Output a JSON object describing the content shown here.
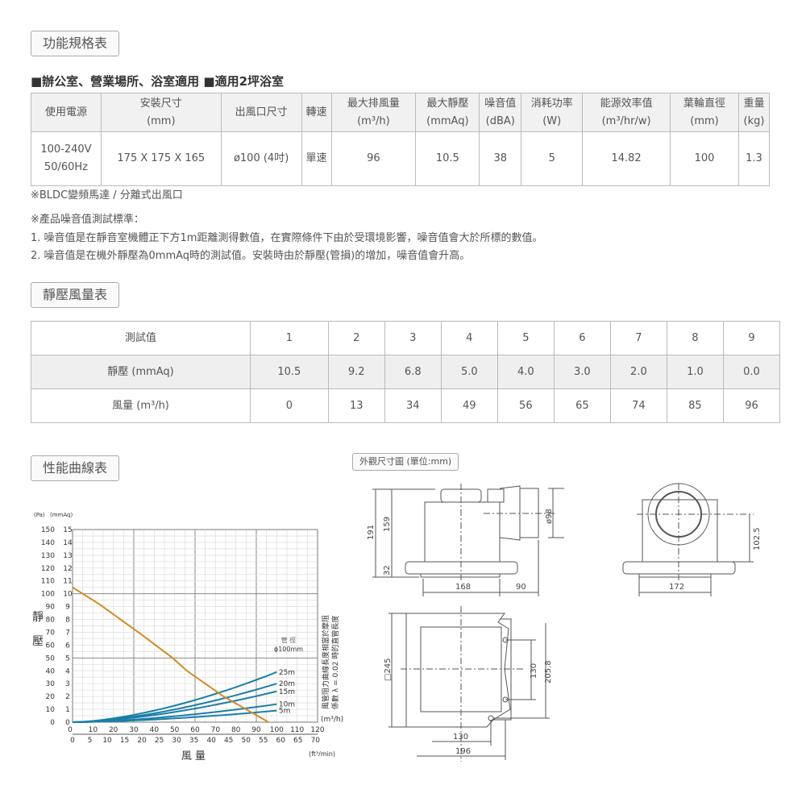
{
  "sections": {
    "spec": "功能規格表",
    "pressure": "靜壓風量表",
    "curve": "性能曲線表",
    "dimension": "外觀尺寸圖 (單位:mm)"
  },
  "heading": "■辦公室、營業場所、浴室適用 ■適用2坪浴室",
  "spec_table": {
    "headers": [
      [
        "使用電源",
        ""
      ],
      [
        "安裝尺寸",
        "(mm)"
      ],
      [
        "出風口尺寸",
        ""
      ],
      [
        "轉速",
        ""
      ],
      [
        "最大排風量",
        "(m³/h)"
      ],
      [
        "最大靜壓",
        "(mmAq)"
      ],
      [
        "噪音值",
        "(dBA)"
      ],
      [
        "消耗功率",
        "(W)"
      ],
      [
        "能源效率值",
        "(m³/hr/w)"
      ],
      [
        "葉輪直徑",
        "(mm)"
      ],
      [
        "重量",
        "(kg)"
      ]
    ],
    "row": [
      [
        "100-240V",
        "50/60Hz"
      ],
      [
        "175 X 175 X 165",
        ""
      ],
      [
        "ø100 (4吋)",
        ""
      ],
      [
        "單速",
        ""
      ],
      [
        "96",
        ""
      ],
      [
        "10.5",
        ""
      ],
      [
        "38",
        ""
      ],
      [
        "5",
        ""
      ],
      [
        "14.82",
        ""
      ],
      [
        "100",
        ""
      ],
      [
        "1.3",
        ""
      ]
    ]
  },
  "notes": [
    "※BLDC變頻馬達 / 分離式出風口",
    "※產品噪音值測試標準：",
    "1. 噪音值是在靜音室機體正下方1m距離測得數值，在實際條件下由於受環境影響，噪音值會大於所標的數值。",
    "2. 噪音值是在機外靜壓為0mmAq時的測試值。安裝時由於靜壓(管損)的增加，噪音值會升高。"
  ],
  "pressure_table": {
    "rows": [
      {
        "label": "測試值",
        "values": [
          "1",
          "2",
          "3",
          "4",
          "5",
          "6",
          "7",
          "8",
          "9"
        ]
      },
      {
        "label": "靜壓 (mmAq)",
        "values": [
          "10.5",
          "9.2",
          "6.8",
          "5.0",
          "4.0",
          "3.0",
          "2.0",
          "1.0",
          "0.0"
        ]
      },
      {
        "label": "風量 (m³/h)",
        "values": [
          "0",
          "13",
          "34",
          "49",
          "56",
          "65",
          "74",
          "85",
          "96"
        ]
      }
    ]
  },
  "chart_data": {
    "type": "line",
    "ylabel": "靜壓",
    "xlabel": "風 量",
    "y_units": [
      "(Pa)",
      "(mmAq)"
    ],
    "x_units": [
      "(m³/h)",
      "(ft³/min)"
    ],
    "xlim": [
      0,
      120
    ],
    "ylim_mmAq": [
      0,
      15
    ],
    "ylim_Pa": [
      0,
      150
    ],
    "x_ticks": [
      0,
      10,
      20,
      30,
      40,
      50,
      60,
      70,
      80,
      90,
      100,
      110,
      120
    ],
    "x2_ticks": [
      0,
      5,
      10,
      15,
      20,
      25,
      30,
      35,
      40,
      45,
      50,
      55,
      60,
      65,
      70
    ],
    "y_ticks_Pa": [
      0,
      10,
      20,
      30,
      40,
      50,
      60,
      70,
      80,
      90,
      100,
      110,
      120,
      130,
      140,
      150
    ],
    "y_ticks_mmAq": [
      0,
      1,
      2,
      3,
      4,
      5,
      6,
      7,
      8,
      9,
      10,
      11,
      12,
      13,
      14,
      15
    ],
    "grid": true,
    "fan_curve": {
      "color": "#d58a1e",
      "x": [
        0,
        13,
        34,
        49,
        56,
        65,
        74,
        85,
        96
      ],
      "y": [
        10.5,
        9.2,
        6.8,
        5.0,
        4.0,
        3.0,
        2.0,
        1.0,
        0.0
      ]
    },
    "duct_curves": {
      "color": "#1a7fa8",
      "series": [
        {
          "name": "25m",
          "x": [
            0,
            30,
            60,
            100
          ],
          "y": [
            0,
            0.9,
            2.1,
            3.9
          ]
        },
        {
          "name": "20m",
          "x": [
            0,
            30,
            60,
            100
          ],
          "y": [
            0,
            0.7,
            1.7,
            3.0
          ]
        },
        {
          "name": "15m",
          "x": [
            0,
            30,
            60,
            100
          ],
          "y": [
            0,
            0.55,
            1.3,
            2.4
          ]
        },
        {
          "name": "10m",
          "x": [
            0,
            30,
            60,
            100
          ],
          "y": [
            0,
            0.3,
            0.75,
            1.4
          ]
        },
        {
          "name": "5m",
          "x": [
            0,
            30,
            60,
            100
          ],
          "y": [
            0,
            0.18,
            0.45,
            0.9
          ]
        }
      ]
    },
    "annotations": [
      "管 徑",
      "ϕ100mm",
      "風管阻力曲線長度相當於摩阻",
      "係數 λ = 0.02 時的直管長度"
    ]
  },
  "dimensions": {
    "h191": "191",
    "h159": "159",
    "h32": "32",
    "d98": "ø98",
    "w168": "168",
    "w90": "90",
    "h102": "102.5",
    "w172": "172",
    "sq245": "□245",
    "h130": "130",
    "h205": "205.8",
    "w130": "130",
    "w196": "196"
  }
}
